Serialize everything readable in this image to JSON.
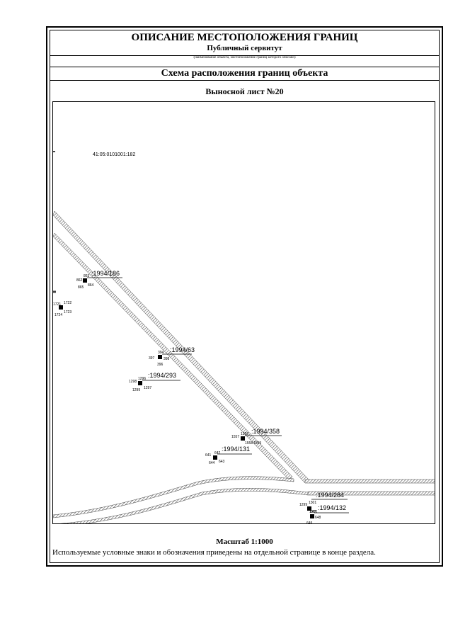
{
  "header": {
    "title": "ОПИСАНИЕ МЕСТОПОЛОЖЕНИЯ ГРАНИЦ",
    "subtitle": "Публичный сервитут",
    "note": "(наименование объекта, местоположение границ которого описано)",
    "scheme_title": "Схема расположения границ объекта"
  },
  "sheet": {
    "title": "Выносной лист №20"
  },
  "map": {
    "cadastral_number": "41:05:0101001:182",
    "parcels": [
      {
        "label": ":1994/186",
        "points": [
          "863",
          "862",
          "865",
          "864"
        ]
      },
      {
        "label": ":1994/63",
        "points": [
          "394",
          "397",
          "398",
          "396"
        ]
      },
      {
        "label": ":1994/293",
        "points": [
          "1296",
          "1298",
          "1297",
          "1299"
        ]
      },
      {
        "label": ":1994/358",
        "points": [
          "1356",
          "1557",
          "1558",
          "1559"
        ]
      },
      {
        "label": ":1994/131",
        "points": [
          "642",
          "641",
          "644",
          "643"
        ]
      },
      {
        "label": ":1994/284",
        "points": [
          "1301",
          "1299",
          "1300"
        ]
      },
      {
        "label": ":1994/132",
        "points": [
          "647",
          "648",
          "649"
        ]
      }
    ],
    "left_points": [
      "1721",
      "1722",
      "1723",
      "1724"
    ]
  },
  "footer": {
    "scale": "Масштаб 1:1000",
    "note": "Используемые условные знаки и обозначения приведены на отдельной странице в конце раздела."
  }
}
